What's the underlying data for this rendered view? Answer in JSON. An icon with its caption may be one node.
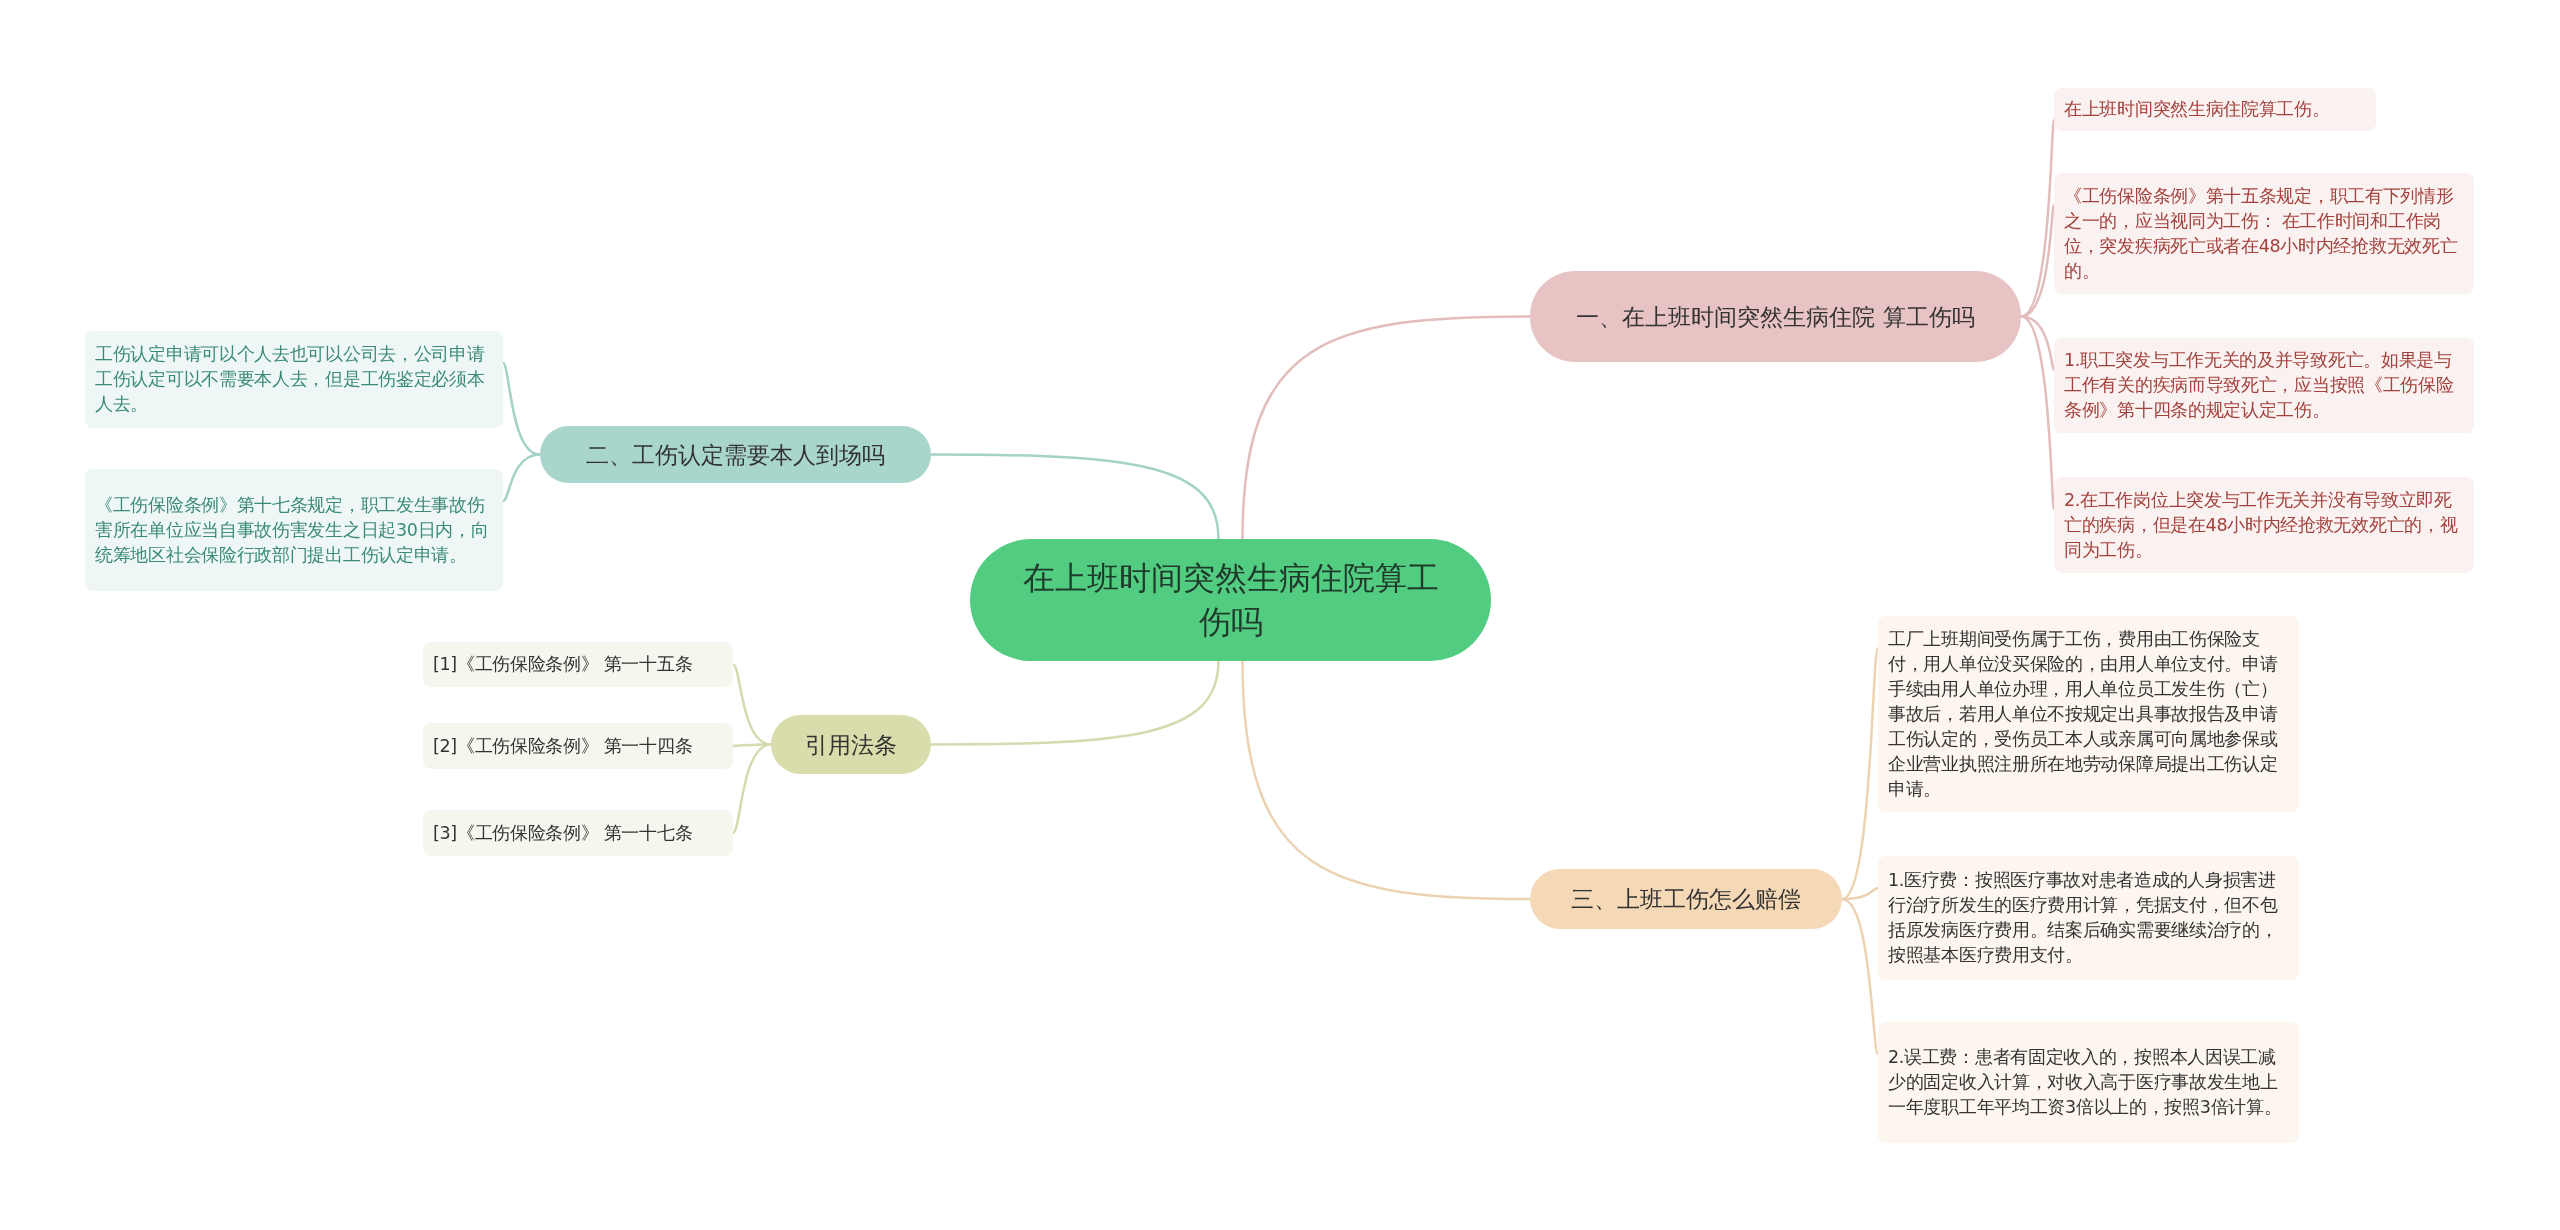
{
  "diagram": {
    "nodes": [
      {
        "text": [
          "在上班时间突然生病住院算工伤吗"
        ]
      },
      {
        "text": [
          "一、在上班时间突然生病住院 算工伤吗"
        ]
      },
      {
        "text": [
          "在上班时间突然生病住院算工伤。"
        ]
      },
      {
        "text": [
          "《工伤保险条例》第十五条规定，职工有下列情形之一的，应当视同为工伤： 在工作时间和工作岗位，突发疾病死亡或者在48小时内经抢救无效死亡的。"
        ]
      },
      {
        "text": [
          "1.职工突发与工作无关的及并导致死亡。如果是与工作有关的疾病而导致死亡，应当按照《工伤保险条例》第十四条的规定认定工伤。"
        ]
      },
      {
        "text": [
          "2.在工作岗位上突发与工作无关并没有导致立即死亡的疾病，但是在48小时内经抢救无效死亡的，视同为工伤。"
        ]
      },
      {
        "text": [
          "二、工伤认定需要本人到场吗"
        ]
      },
      {
        "text": [
          "工伤认定申请可以个人去也可以公司去，公司申请工伤认定可以不需要本人去，但是工伤鉴定必须本人去。"
        ]
      },
      {
        "text": [
          "《工伤保险条例》第十七条规定，职工发生事故伤害所在单位应当自事故伤害发生之日起30日内，向统筹地区社会保险行政部门提出工伤认定申请。"
        ]
      },
      {
        "text": [
          "引用法条"
        ]
      },
      {
        "text": [
          "[1]《工伤保险条例》 第一十五条"
        ]
      },
      {
        "text": [
          "[2]《工伤保险条例》 第一十四条"
        ]
      },
      {
        "text": [
          "[3]《工伤保险条例》 第一十七条"
        ]
      },
      {
        "text": [
          "三、上班工伤怎么赔偿"
        ]
      },
      {
        "text": [
          "工厂上班期间受伤属于工伤，费用由工伤保险支付，用人单位没买保险的，由用人单位支付。申请手续由用人单位办理，用人单位员工发生伤（亡）事故后，若用人单位不按规定出具事故报告及申请工伤认定的，受伤员工本人或亲属可向属地参保或企业营业执照注册所在地劳动保障局提出工伤认定申请。"
        ]
      },
      {
        "text": [
          "1.医疗费：按照医疗事故对患者造成的人身损害进行治疗所发生的医疗费用计算，凭据支付，但不包括原发病医疗费用。结案后确实需要继续治疗的，按照基本医疗费用支付。"
        ]
      },
      {
        "text": [
          "2.误工费：患者有固定收入的，按照本人因误工减少的固定收入计算，对收入高于医疗事故发生地上一年度职工年平均工资3倍以上的，按照3倍计算。"
        ]
      }
    ],
    "edges": [
      {
        "from": 0,
        "to": 1,
        "arrow": "none",
        "color": "#e3bcbc"
      },
      {
        "from": 1,
        "to": 2,
        "arrow": "none",
        "color": "#e3bcbc"
      },
      {
        "from": 1,
        "to": 3,
        "arrow": "none",
        "color": "#e3bcbc"
      },
      {
        "from": 1,
        "to": 4,
        "arrow": "none",
        "color": "#e3bcbc"
      },
      {
        "from": 1,
        "to": 5,
        "arrow": "none",
        "color": "#e3bcbc"
      },
      {
        "from": 0,
        "to": 6,
        "arrow": "none",
        "color": "#a3d2c8"
      },
      {
        "from": 6,
        "to": 7,
        "arrow": "none",
        "color": "#a3d2c8"
      },
      {
        "from": 6,
        "to": 8,
        "arrow": "none",
        "color": "#a3d2c8"
      },
      {
        "from": 0,
        "to": 9,
        "arrow": "none",
        "color": "#d5daaf"
      },
      {
        "from": 9,
        "to": 10,
        "arrow": "none",
        "color": "#d5daaf"
      },
      {
        "from": 9,
        "to": 11,
        "arrow": "none",
        "color": "#d5daaf"
      },
      {
        "from": 9,
        "to": 12,
        "arrow": "none",
        "color": "#d5daaf"
      },
      {
        "from": 0,
        "to": 13,
        "arrow": "none",
        "color": "#ecd2b0"
      },
      {
        "from": 13,
        "to": 14,
        "arrow": "none",
        "color": "#ecd2b0"
      },
      {
        "from": 13,
        "to": 15,
        "arrow": "none",
        "color": "#ecd2b0"
      },
      {
        "from": 13,
        "to": 16,
        "arrow": "none",
        "color": "#ecd2b0"
      }
    ]
  }
}
